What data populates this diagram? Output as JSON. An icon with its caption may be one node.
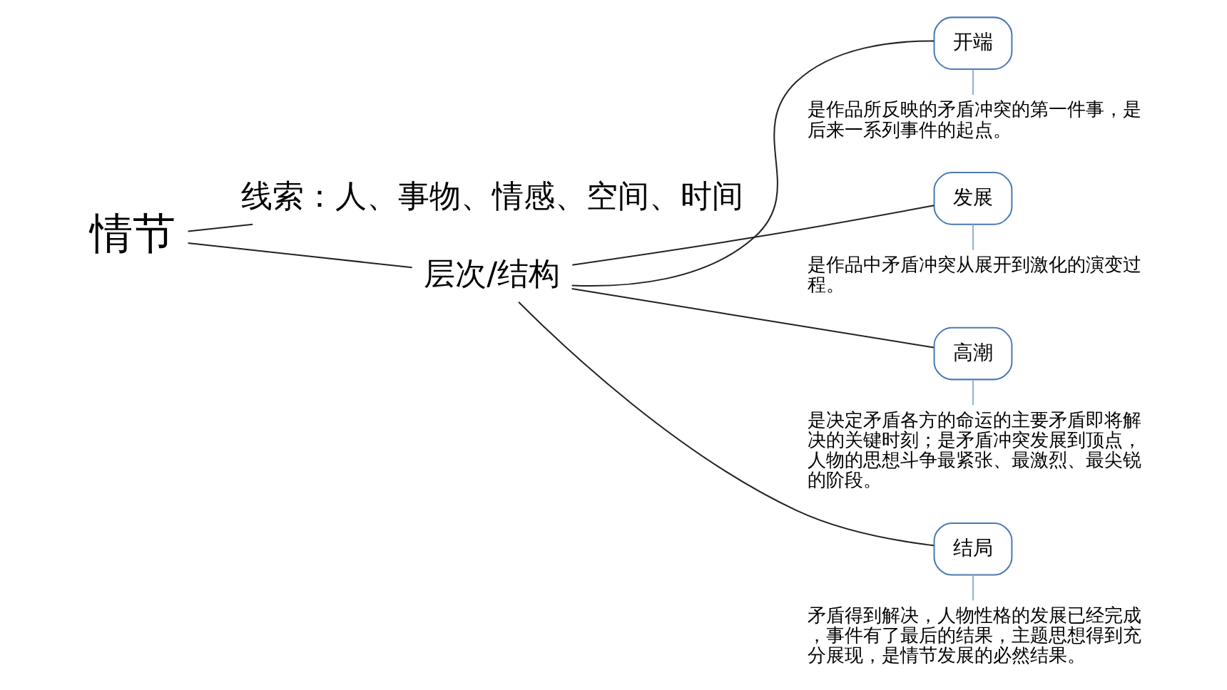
{
  "diagram": {
    "nodes": [
      {
        "text": [
          "情节"
        ]
      },
      {
        "text": [
          "线索：人、事物、情感、空间、时间"
        ]
      },
      {
        "text": [
          "层次/结构"
        ]
      },
      {
        "text": [
          "开端"
        ],
        "beside": [
          "是作品所反映的矛盾冲突的第一件事，是后来一系列事件的起点。"
        ]
      },
      {
        "text": [
          "发展"
        ],
        "beside": [
          "是作品中矛盾冲突从展开到激化的演变过程。"
        ]
      },
      {
        "text": [
          "高潮"
        ],
        "beside": [
          "是决定矛盾各方的命运的主要矛盾即将解决的关键时刻；是矛盾冲突发展到顶点，人物的思想斗争最紧张、最激烈、最尖锐的阶段。"
        ]
      },
      {
        "text": [
          "结局"
        ],
        "beside": [
          "矛盾得到解决，人物性格的发展已经完成，事件有了最后的结果，主题思想得到充分展现，是情节发展的必然结果。"
        ]
      }
    ],
    "edges": [
      {
        "from": 0,
        "to": 1,
        "arrow": "none"
      },
      {
        "from": 0,
        "to": 2,
        "arrow": "none"
      },
      {
        "from": 2,
        "to": 3,
        "arrow": "none"
      },
      {
        "from": 2,
        "to": 4,
        "arrow": "none"
      },
      {
        "from": 2,
        "to": 5,
        "arrow": "none"
      },
      {
        "from": 2,
        "to": 6,
        "arrow": "none"
      }
    ]
  }
}
